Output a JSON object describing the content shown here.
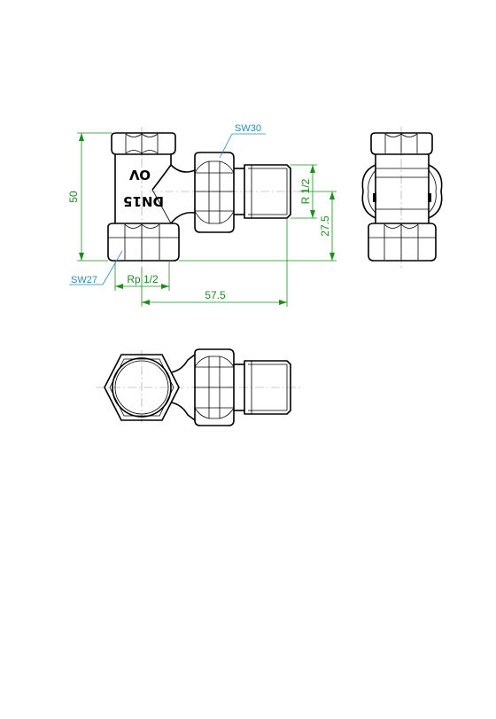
{
  "callouts": {
    "sw30": "SW30",
    "sw27": "SW27"
  },
  "dimensions": {
    "height": "50",
    "thread_r": "R 1/2",
    "offset": "27.5",
    "thread_rp": "Rp 1/2",
    "length": "57.5"
  },
  "body_marking": {
    "ov": "OV",
    "dn": "DN15"
  },
  "colors": {
    "dimension": "#1e8c1e",
    "callout": "#2a8ab5",
    "outline": "#000000"
  }
}
